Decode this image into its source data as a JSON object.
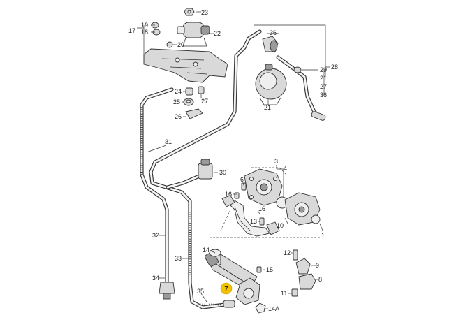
{
  "callouts": {
    "c23": "23",
    "c19": "19",
    "c18": "18",
    "c17": "17",
    "c22": "22",
    "c20": "20",
    "c36a": "36",
    "c29": "29",
    "c28": "28",
    "c21a": "21",
    "c27a": "27",
    "c36b": "36",
    "c21b": "21",
    "c24": "24",
    "c27b": "27",
    "c25": "25",
    "c26": "26",
    "c31": "31",
    "c30": "30",
    "c3": "3",
    "c4": "4",
    "c16": "16",
    "c6": "6",
    "c13": "13",
    "c10": "10",
    "c1": "1",
    "c14": "14",
    "c12": "12",
    "c9": "9",
    "c32": "32",
    "c33": "33",
    "c34": "34",
    "c15": "15",
    "c8": "8",
    "c11": "11",
    "c35": "35",
    "c7": "7",
    "c14A": "14A"
  },
  "colors": {
    "highlight": "#f2c200",
    "line": "#333333",
    "part": "#d9d9d9"
  }
}
